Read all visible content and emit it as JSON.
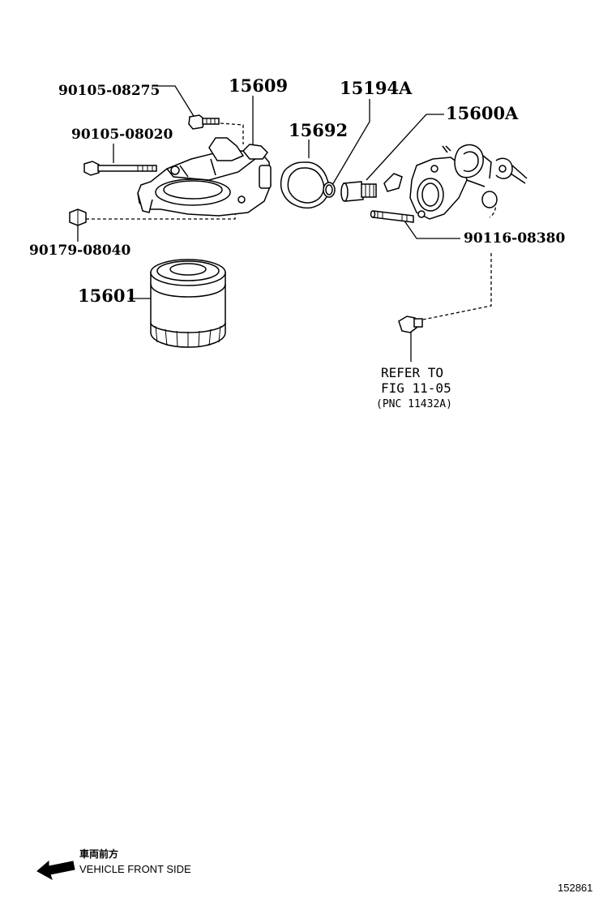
{
  "labels": {
    "p90105_08275": "90105-08275",
    "p15609": "15609",
    "p15194a": "15194A",
    "p15600a": "15600A",
    "p90105_08020": "90105-08020",
    "p15692": "15692",
    "p90179_08040": "90179-08040",
    "p90116_08380": "90116-08380",
    "p15601": "15601"
  },
  "reference": {
    "line1": "REFER TO",
    "line2": "FIG 11-05",
    "line3": "(PNC 11432A)"
  },
  "legend": {
    "japanese": "車両前方",
    "english": "VEHICLE FRONT SIDE",
    "arrow_icon": "arrow-left-icon"
  },
  "figure_number": "152861"
}
